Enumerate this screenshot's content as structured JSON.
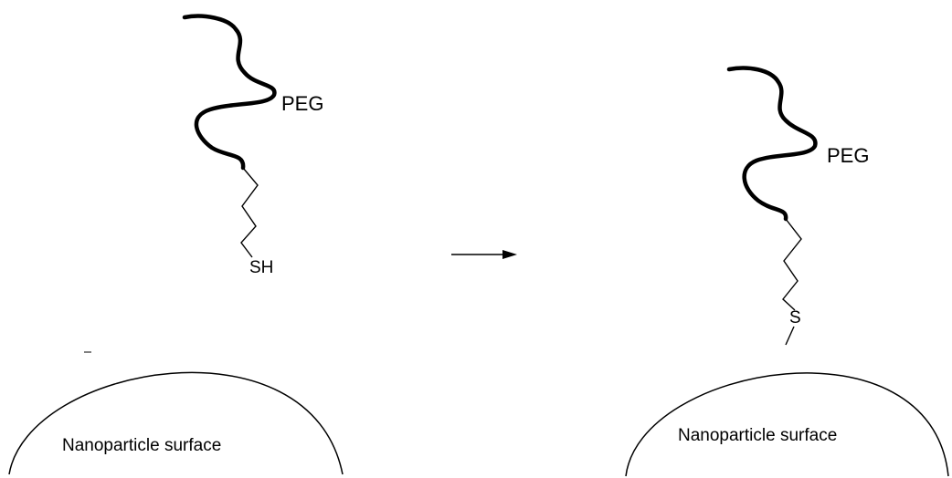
{
  "left_panel": {
    "polymer_label": "PEG",
    "thiol_label": "SH",
    "surface_label": "Nanoparticle surface"
  },
  "reaction_arrow": {
    "direction": "right"
  },
  "right_panel": {
    "polymer_label": "PEG",
    "sulfur_label": "S",
    "surface_label": "Nanoparticle surface"
  },
  "colors": {
    "stroke": "#000000",
    "background": "#ffffff"
  }
}
